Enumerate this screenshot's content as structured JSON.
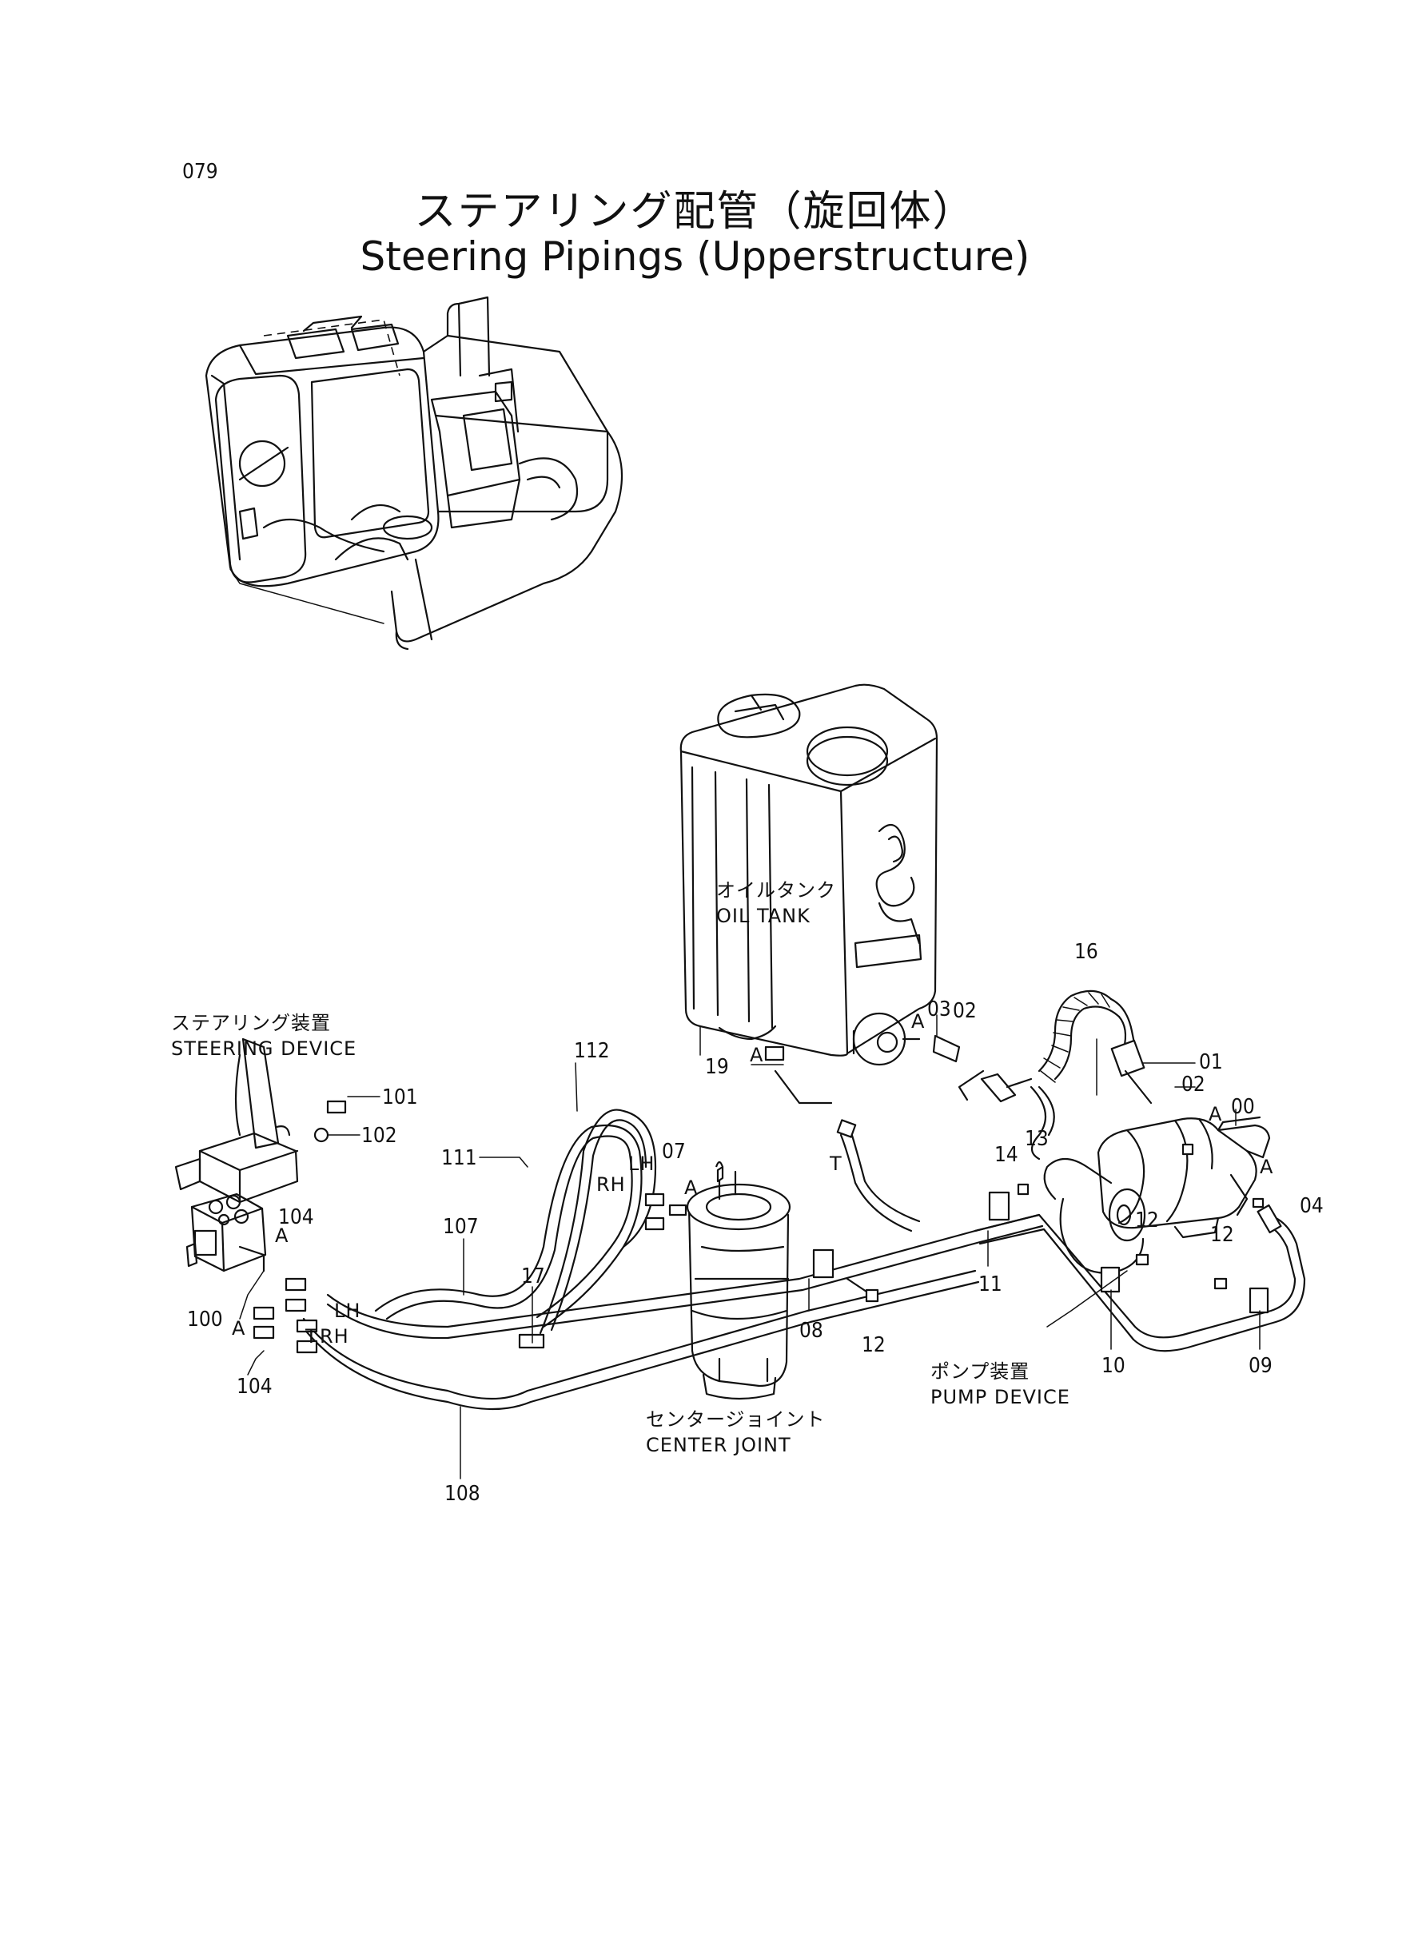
{
  "page_number": "079",
  "title": {
    "jp": "ステアリング配管（旋回体）",
    "en": "Steering Pipings (Upperstructure)"
  },
  "components": {
    "oil_tank": {
      "jp": "オイルタンク",
      "en": "OIL TANK"
    },
    "steering_device": {
      "jp": "ステアリング装置",
      "en": "STEERING DEVICE"
    },
    "pump_device": {
      "jp": "ポンプ装置",
      "en": "PUMP DEVICE"
    },
    "center_joint": {
      "jp": "センタージョイント",
      "en": "CENTER JOINT"
    }
  },
  "port_labels": {
    "lh": "LH",
    "rh": "RH",
    "t": "T",
    "a": "A"
  },
  "callouts": {
    "c00": "00",
    "c01": "01",
    "c02": "02",
    "c03": "03",
    "c04": "04",
    "c07": "07",
    "c08": "08",
    "c09": "09",
    "c10": "10",
    "c11": "11",
    "c12": "12",
    "c13": "13",
    "c14": "14",
    "c16": "16",
    "c17": "17",
    "c19": "19",
    "c100": "100",
    "c101": "101",
    "c102": "102",
    "c104": "104",
    "c107": "107",
    "c108": "108",
    "c111": "111",
    "c112": "112"
  },
  "icons": [
    "excavator-overview-illustration",
    "oil-tank-illustration",
    "steering-device-illustration",
    "pump-device-illustration",
    "center-joint-illustration",
    "hose-illustration"
  ]
}
